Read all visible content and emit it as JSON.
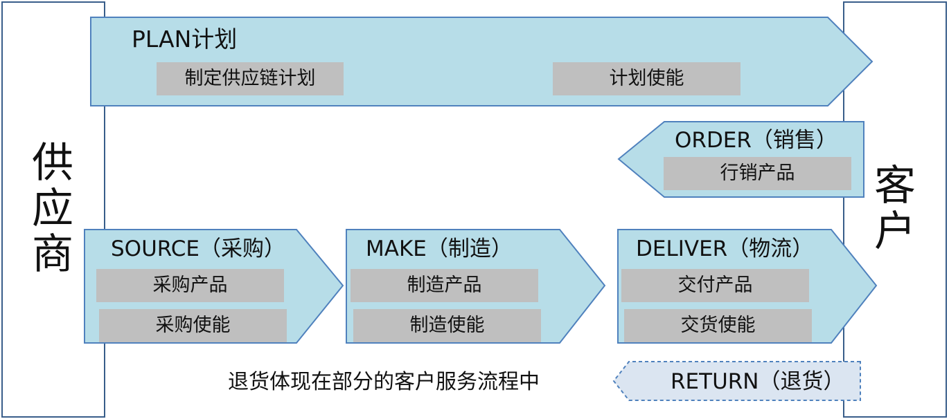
{
  "supplier": {
    "label": "供应商"
  },
  "customer": {
    "label": "客户"
  },
  "plan": {
    "title": "PLAN计划",
    "items": [
      "制定供应链计划",
      "计划使能"
    ]
  },
  "order": {
    "title": "ORDER（销售）",
    "items": [
      "行销产品"
    ]
  },
  "source": {
    "title": "SOURCE（采购）",
    "items": [
      "采购产品",
      "采购使能"
    ]
  },
  "make": {
    "title": "MAKE（制造）",
    "items": [
      "制造产品",
      "制造使能"
    ]
  },
  "deliver": {
    "title": "DELIVER（物流）",
    "items": [
      "交付产品",
      "交货使能"
    ]
  },
  "return_flow": {
    "title": "RETURN（退货）",
    "note": "退货体现在部分的客户服务流程中"
  },
  "colors": {
    "arrow_fill": "#b7dde8",
    "arrow_stroke": "#4f81bd",
    "return_fill": "#dbe5f1",
    "sidebar_stroke": "#385d8a",
    "box_fill": "#bfbfbf"
  }
}
